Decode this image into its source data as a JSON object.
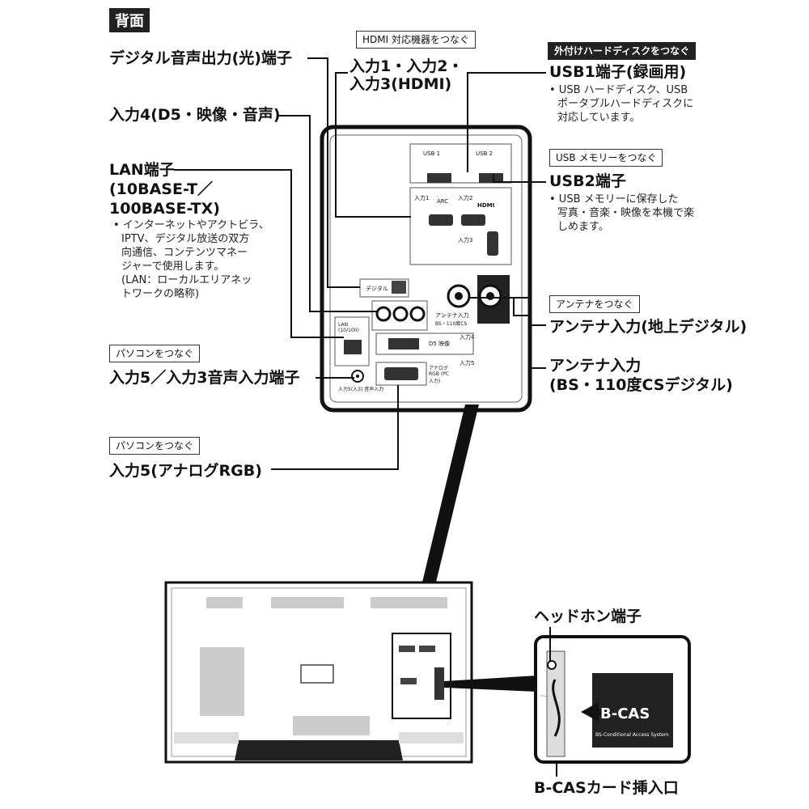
{
  "title": "背面",
  "tags": {
    "hdmi_connect": "HDMI 対応機器をつなぐ",
    "hdd_connect": "外付けハードディスクをつなぐ",
    "usbmem_connect": "USB メモリーをつなぐ",
    "antenna_connect": "アンテナをつなぐ",
    "pc_connect_1": "パソコンをつなぐ",
    "pc_connect_2": "パソコンをつなぐ"
  },
  "labels": {
    "digital_audio": "デジタル音声出力(光)端子",
    "hdmi_inputs_line1": "入力1・入力2・",
    "hdmi_inputs_line2": "入力3(HDMI)",
    "input4": "入力4(D5・映像・音声)",
    "lan_line1": "LAN端子",
    "lan_line2": "(10BASE-T／",
    "lan_line3": "100BASE-TX)",
    "usb1": "USB1端子(録画用)",
    "usb2": "USB2端子",
    "antenna_terrestrial": "アンテナ入力(地上デジタル)",
    "antenna_bs_line1": "アンテナ入力",
    "antenna_bs_line2": "(BS・110度CSデジタル)",
    "input5_audio": "入力5／入力3音声入力端子",
    "input5_rgb": "入力5(アナログRGB)",
    "headphone": "ヘッドホン端子",
    "bcas_slot": "B-CASカード挿入口"
  },
  "notes": {
    "lan": [
      "• インターネットやアクトビラ、",
      "IPTV、デジタル放送の双方",
      "向通信、コンテンツマネー",
      "ジャーで使用します。",
      "(LAN：ローカルエリアネッ",
      "トワークの略称)"
    ],
    "usb1": [
      "• USB ハードディスク、USB",
      "ポータブルハードディスクに",
      "対応しています。"
    ],
    "usb2": [
      "• USB メモリーに保存した",
      "写真・音楽・映像を本機で楽",
      "しめます。"
    ]
  },
  "panel": {
    "usb1": "USB 1",
    "usb2": "USB 2",
    "input1": "入力1",
    "input2": "入力2",
    "input3": "入力3",
    "input4": "入力4",
    "input5": "入力5",
    "arc": "ARC",
    "hdmi": "HDMI",
    "digital": "デジタル",
    "lan": "LAN (10/100)",
    "d5": "D5 映像",
    "antenna_label": "アンテナ入力",
    "bs_label": "BS・110度CS",
    "analog_rgb": "アナログ RGB (PC入力)",
    "audio_in": "入力5(入3) 音声入力"
  },
  "bcas": {
    "card_text": "B-CAS",
    "card_subtext": "BS-Conditional Access System"
  }
}
